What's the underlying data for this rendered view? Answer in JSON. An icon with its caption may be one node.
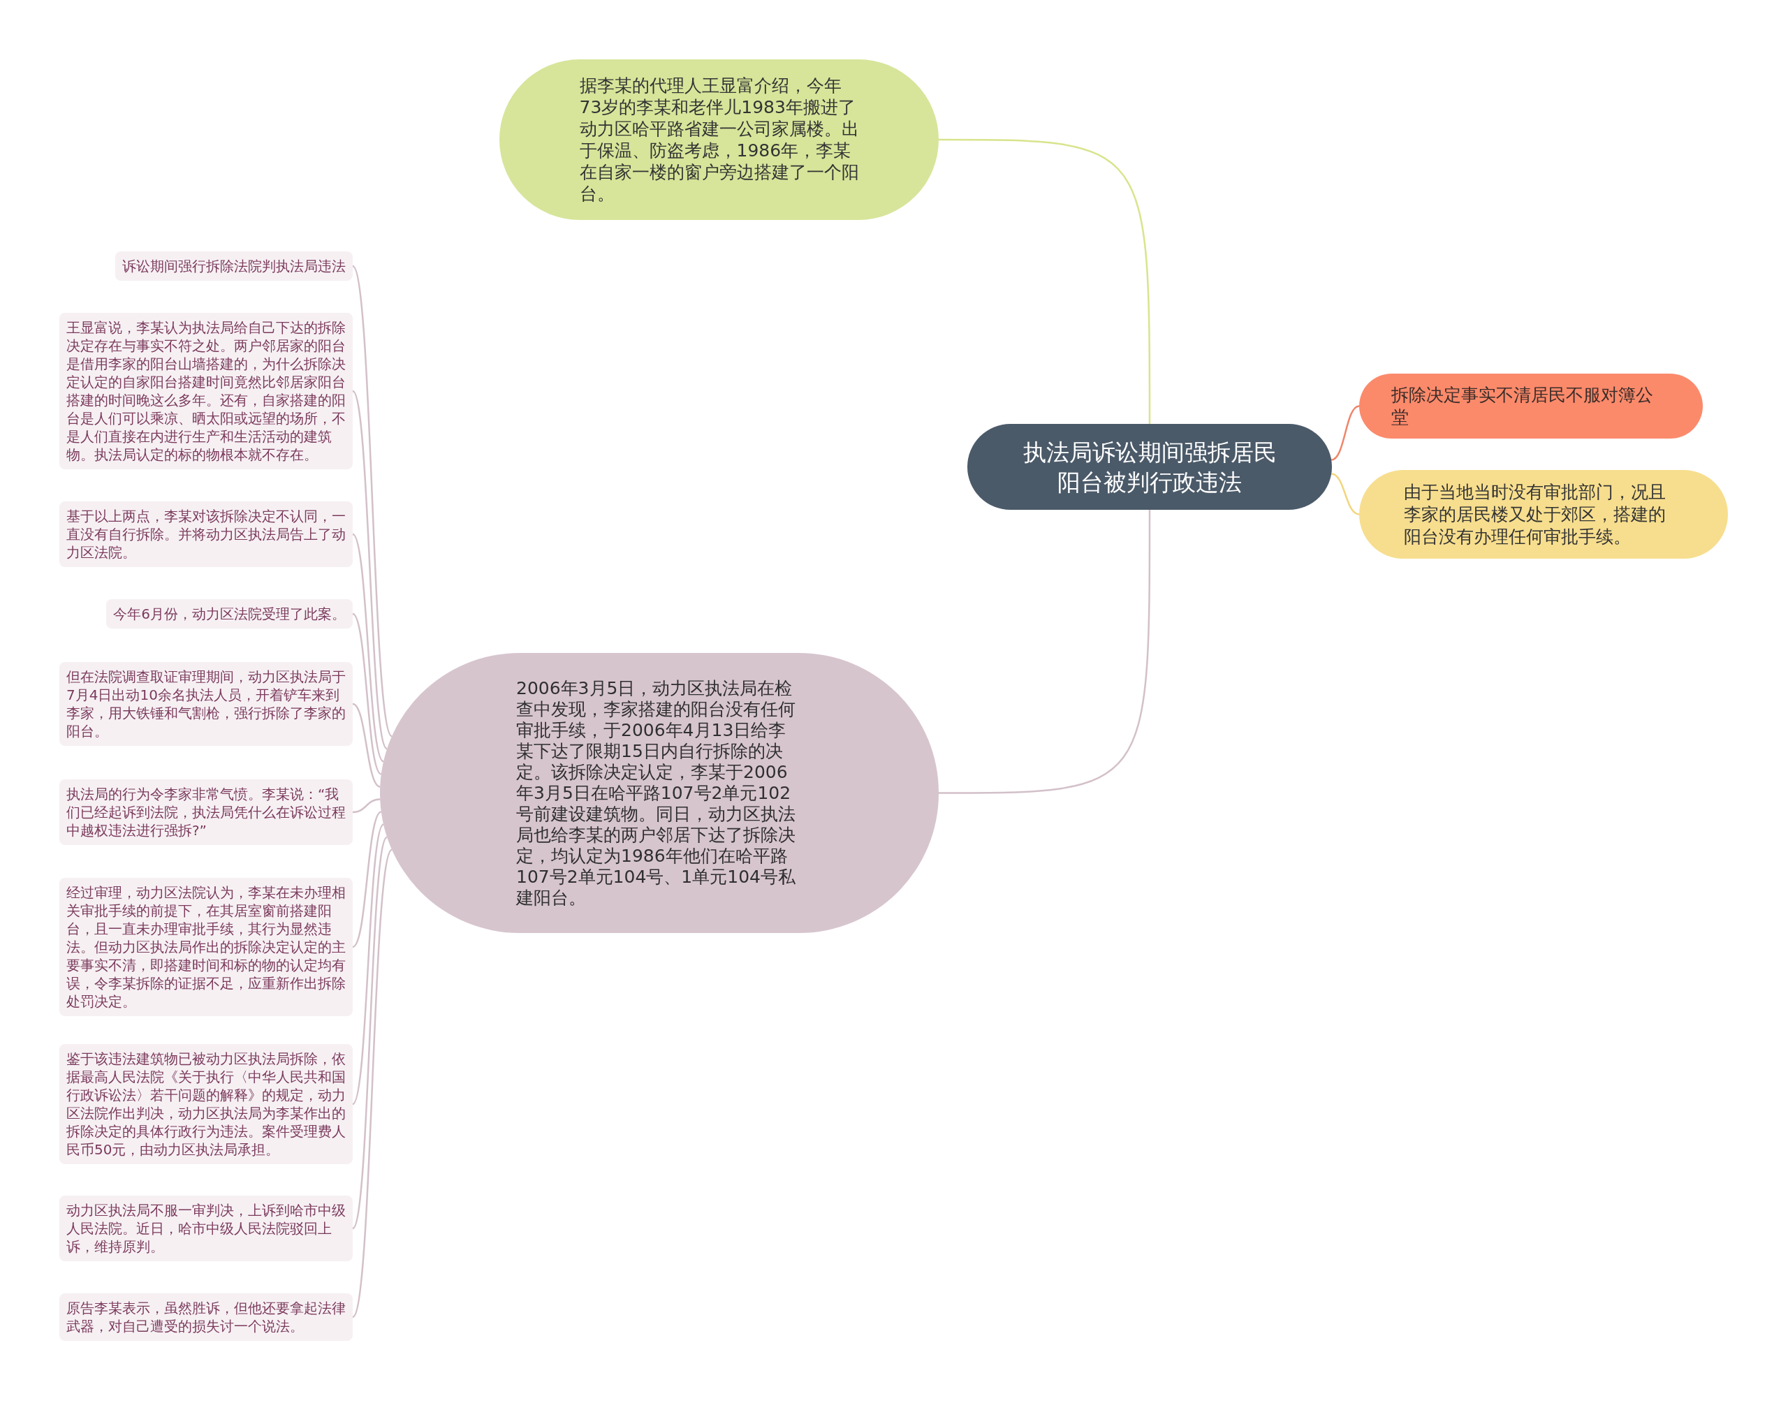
{
  "diagram": {
    "nodes": [
      {
        "text": [
          "执法局诉讼期间强拆居民阳台被判行政违法"
        ]
      },
      {
        "text": [
          "据李某的代理人王显富介绍，今年73岁的李某和老伴儿1983年搬进了动力区哈平路省建一公司家属楼。出于保温、防盗考虑，1986年，李某在自家一楼的窗户旁边搭建了一个阳台。"
        ]
      },
      {
        "text": [
          "拆除决定事实不清居民不服对簿公堂"
        ]
      },
      {
        "text": [
          "由于当地当时没有审批部门，况且李家的居民楼又处于郊区，搭建的阳台没有办理任何审批手续。"
        ]
      },
      {
        "text": [
          "2006年3月5日，动力区执法局在检查中发现，李家搭建的阳台没有任何审批手续，于2006年4月13日给李某下达了限期15日内自行拆除的决定。该拆除决定认定，李某于2006年3月5日在哈平路107号2单元102号前建设建筑物。同日，动力区执法局也给李某的两户邻居下达了拆除决定，均认定为1986年他们在哈平路107号2单元104号、1单元104号私建阳台。"
        ]
      },
      {
        "text": [
          "诉讼期间强行拆除法院判执法局违法"
        ]
      },
      {
        "text": [
          "王显富说，李某认为执法局给自己下达的拆除决定存在与事实不符之处。两户邻居家的阳台是借用李家的阳台山墙搭建的，为什么拆除决定认定的自家阳台搭建时间竟然比邻居家阳台搭建的时间晚这么多年。还有，自家搭建的阳台是人们可以乘凉、晒太阳或远望的场所，不是人们直接在内进行生产和生活活动的建筑物。执法局认定的标的物根本就不存在。"
        ]
      },
      {
        "text": [
          "基于以上两点，李某对该拆除决定不认同，一直没有自行拆除。并将动力区执法局告上了动力区法院。"
        ]
      },
      {
        "text": [
          "今年6月份，动力区法院受理了此案。"
        ]
      },
      {
        "text": [
          "但在法院调查取证审理期间，动力区执法局于7月4日出动10余名执法人员，开着铲车来到李家，用大铁锤和气割枪，强行拆除了李家的阳台。"
        ]
      },
      {
        "text": [
          "执法局的行为令李家非常气愤。李某说：“我们已经起诉到法院，执法局凭什么在诉讼过程中越权违法进行强拆?”"
        ]
      },
      {
        "text": [
          "经过审理，动力区法院认为，李某在未办理相关审批手续的前提下，在其居室窗前搭建阳台，且一直未办理审批手续，其行为显然违法。但动力区执法局作出的拆除决定认定的主要事实不清，即搭建时间和标的物的认定均有误，令李某拆除的证据不足，应重新作出拆除处罚决定。"
        ]
      },
      {
        "text": [
          "鉴于该违法建筑物已被动力区执法局拆除，依据最高人民法院《关于执行〈中华人民共和国行政诉讼法〉若干问题的解释》的规定，动力区法院作出判决，动力区执法局为李某作出的拆除决定的具体行政行为违法。案件受理费人民币50元，由动力区执法局承担。"
        ]
      },
      {
        "text": [
          "动力区执法局不服一审判决，上诉到哈市中级人民法院。近日，哈市中级人民法院驳回上诉，维持原判。"
        ]
      },
      {
        "text": [
          "原告李某表示，虽然胜诉，但他还要拿起法律武器，对自己遭受的损失讨一个说法。"
        ]
      }
    ],
    "edges": [
      {
        "from": 0,
        "to": 1,
        "arrow": "none",
        "color": "#d9e48c"
      },
      {
        "from": 0,
        "to": 2,
        "arrow": "none",
        "color": "#ef8468"
      },
      {
        "from": 0,
        "to": 3,
        "arrow": "none",
        "color": "#f2d67e"
      },
      {
        "from": 0,
        "to": 4,
        "arrow": "none"
      },
      {
        "from": 4,
        "to": 5,
        "arrow": "none"
      },
      {
        "from": 4,
        "to": 6,
        "arrow": "none"
      },
      {
        "from": 4,
        "to": 7,
        "arrow": "none"
      },
      {
        "from": 4,
        "to": 8,
        "arrow": "none"
      },
      {
        "from": 4,
        "to": 9,
        "arrow": "none"
      },
      {
        "from": 4,
        "to": 10,
        "arrow": "none"
      },
      {
        "from": 4,
        "to": 11,
        "arrow": "none"
      },
      {
        "from": 4,
        "to": 12,
        "arrow": "none"
      },
      {
        "from": 4,
        "to": 13,
        "arrow": "none"
      },
      {
        "from": 4,
        "to": 14,
        "arrow": "none"
      }
    ]
  }
}
